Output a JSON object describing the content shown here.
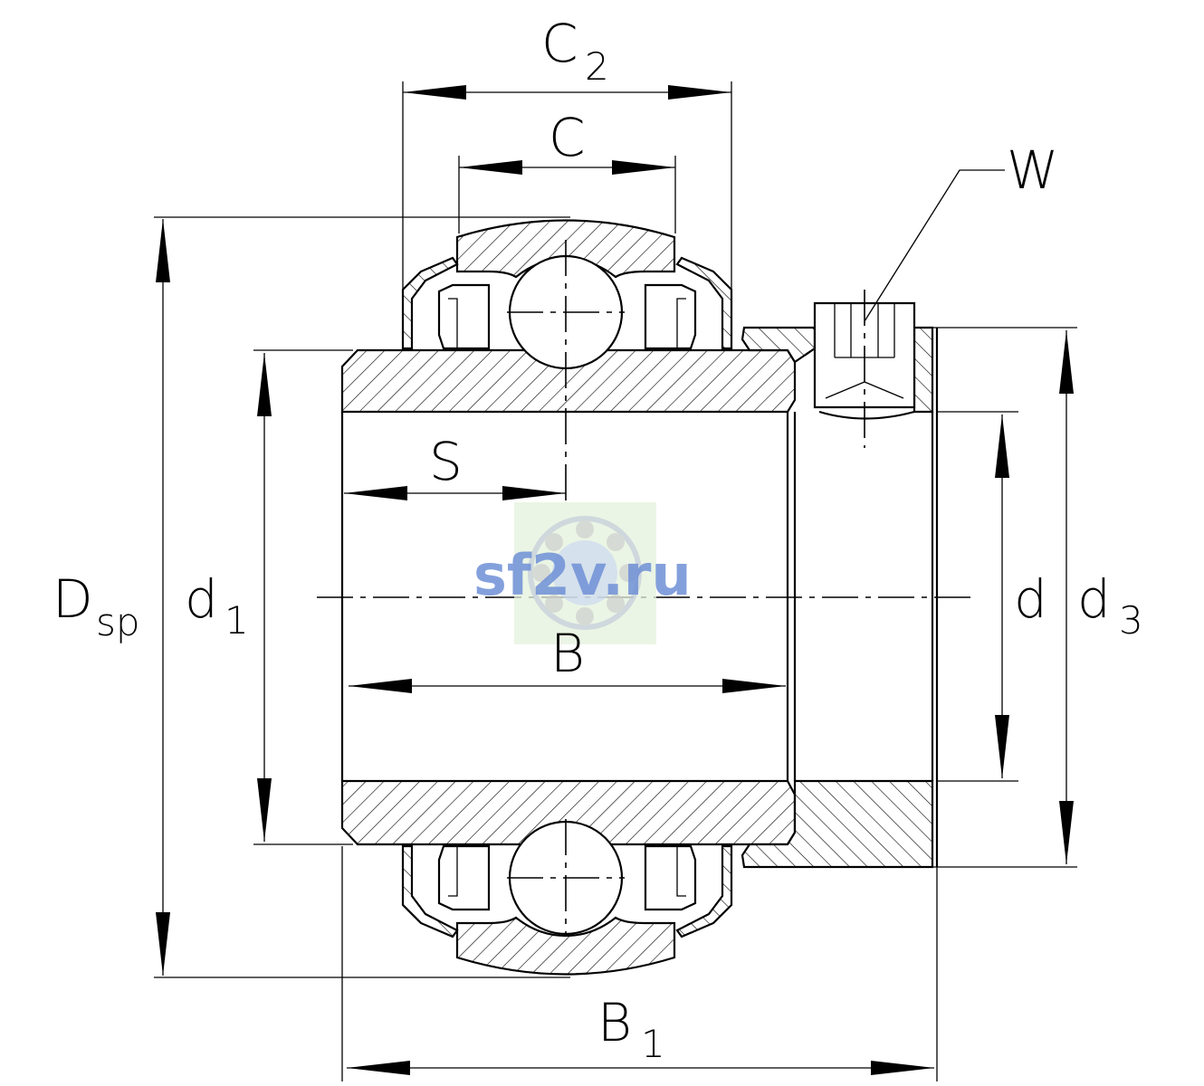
{
  "labels": {
    "c2_main": "C",
    "c2_sub": "2",
    "c": "C",
    "w": "W",
    "s": "S",
    "b": "B",
    "b1_main": "B",
    "b1_sub": "1",
    "dsp_main": "D",
    "dsp_sub": "sp",
    "d1_main": "d",
    "d1_sub": "1",
    "d": "d",
    "d3_main": "d",
    "d3_sub": "3"
  },
  "watermark": {
    "text": "sf2v.ru"
  },
  "colors": {
    "line": "#000000",
    "background": "#ffffff",
    "watermark_text": "#6f8fd6",
    "watermark_bg": "#e4f2dc"
  }
}
